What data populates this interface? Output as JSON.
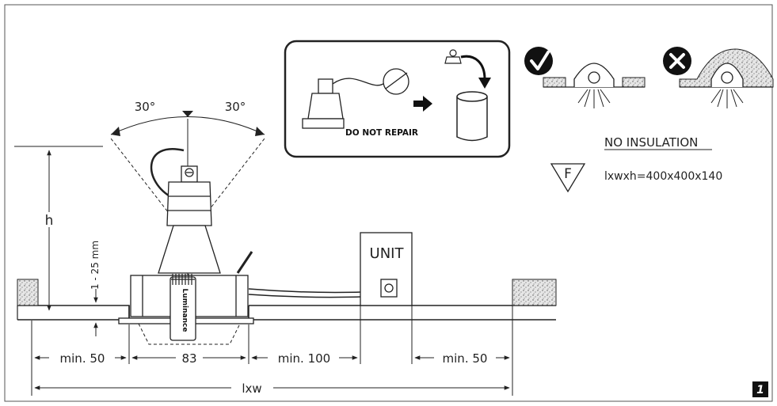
{
  "angles": {
    "left": "30°",
    "right": "30°"
  },
  "labels": {
    "h": "h",
    "gap_range": "1 - 25 mm",
    "unit": "UNIT",
    "brand": "Luminance"
  },
  "warning": {
    "text": "DO NOT REPAIR"
  },
  "insulation": {
    "title": "NO INSULATION",
    "f_symbol": "F",
    "box_size": "lxwxh=400x400x140"
  },
  "dimensions": {
    "min_left": "min. 50",
    "cutout": "83",
    "min_mid": "min. 100",
    "min_right": "min. 50",
    "total": "lxw"
  },
  "figure_number": "1",
  "colors": {
    "line": "#222222",
    "accent": "#111111",
    "background": "#ffffff"
  }
}
